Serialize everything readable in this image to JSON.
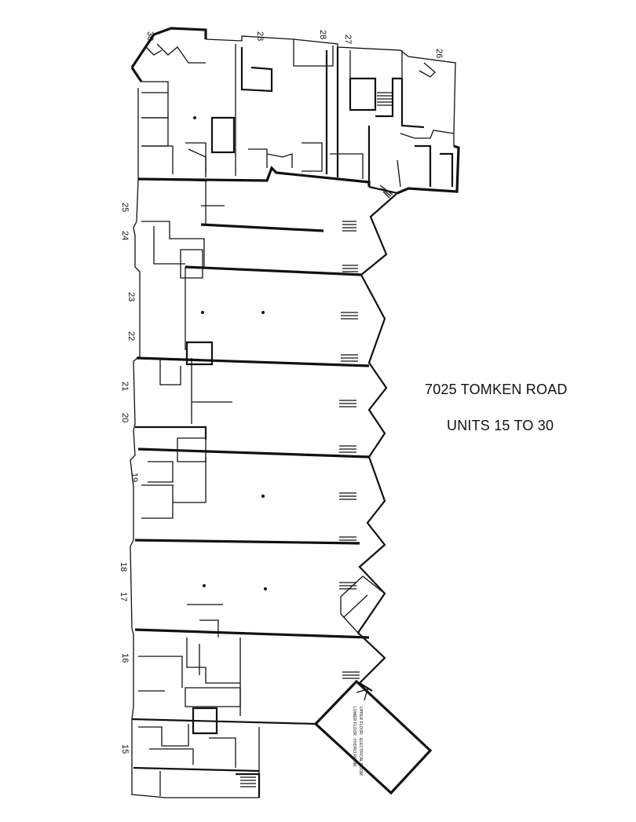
{
  "title": "7025 TOMKEN ROAD",
  "subtitle": "UNITS 15 TO 30",
  "units": [
    "30",
    "28",
    "28",
    "27",
    "26",
    "25",
    "24",
    "23",
    "22",
    "21",
    "20",
    "19",
    "18",
    "17",
    "16",
    "15"
  ],
  "notes": [
    "UPPER FLOOR : ELECTRICAL ROOM",
    "LOWER FLOOR : HYDRO ROOM"
  ]
}
